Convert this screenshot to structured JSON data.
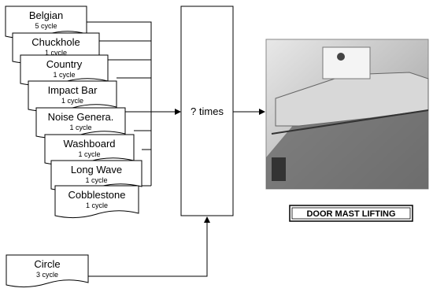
{
  "cards": [
    {
      "name": "Belgian",
      "cycle": "5 cycle"
    },
    {
      "name": "Chuckhole",
      "cycle": "1 cycle"
    },
    {
      "name": "Country",
      "cycle": "1 cycle"
    },
    {
      "name": "Impact Bar",
      "cycle": "1 cycle"
    },
    {
      "name": "Noise Genera.",
      "cycle": "1 cycle"
    },
    {
      "name": "Washboard",
      "cycle": "1 cycle"
    },
    {
      "name": "Long Wave",
      "cycle": "1 cycle"
    },
    {
      "name": "Cobblestone",
      "cycle": "1 cycle"
    }
  ],
  "circle_card": {
    "name": "Circle",
    "cycle": "3 cycle"
  },
  "repeat_box": {
    "label": "? times"
  },
  "photo_caption": "DOOR MAST LIFTING",
  "colors": {
    "line": "#000000",
    "background": "#ffffff",
    "card_fill": "#ffffff"
  }
}
